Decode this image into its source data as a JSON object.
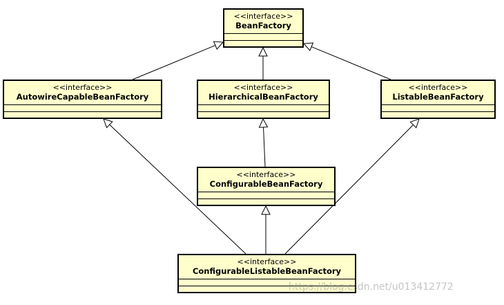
{
  "diagram": {
    "stereotype": "<<interface>>",
    "interfaces": {
      "bean_factory": "BeanFactory",
      "autowire_capable": "AutowireCapableBeanFactory",
      "hierarchical": "HierarchicalBeanFactory",
      "listable": "ListableBeanFactory",
      "configurable": "ConfigurableBeanFactory",
      "configurable_listable": "ConfigurableListableBeanFactory"
    },
    "relations": [
      {
        "from": "autowire_capable",
        "to": "bean_factory"
      },
      {
        "from": "hierarchical",
        "to": "bean_factory"
      },
      {
        "from": "listable",
        "to": "bean_factory"
      },
      {
        "from": "configurable",
        "to": "hierarchical"
      },
      {
        "from": "configurable_listable",
        "to": "autowire_capable"
      },
      {
        "from": "configurable_listable",
        "to": "configurable"
      },
      {
        "from": "configurable_listable",
        "to": "listable"
      }
    ]
  },
  "watermark": "https://blog.csdn.net/u013412772",
  "colors": {
    "box_fill": "#ffffcc",
    "stroke": "#000000"
  }
}
